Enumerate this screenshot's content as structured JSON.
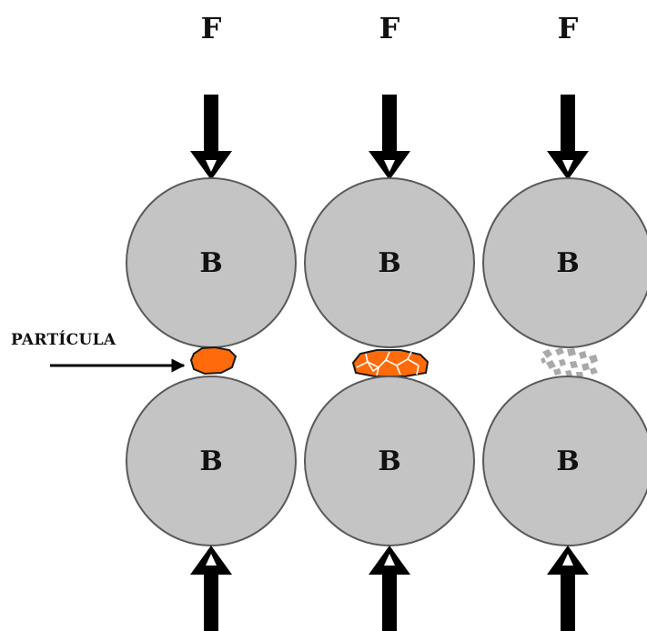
{
  "force_label": "F",
  "ball_label": "B",
  "particle_label": "PARTÍCULA",
  "colors": {
    "ball_fill": "#c4c4c4",
    "ball_stroke": "#5a5a5a",
    "arrow": "#000000",
    "particle": "#ff6a0a",
    "particle_outline": "#1a1a1a",
    "fragments": "#a9a9a9",
    "cracks": "#ffffff"
  },
  "stages": [
    {
      "particle_state": "intact"
    },
    {
      "particle_state": "cracked"
    },
    {
      "particle_state": "crushed"
    }
  ]
}
